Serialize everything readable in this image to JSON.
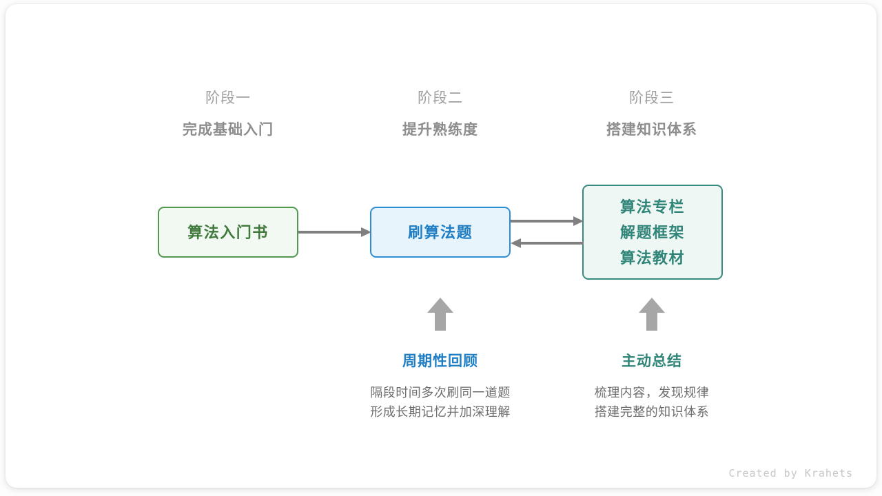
{
  "canvas": {
    "background": "#fdfdfd",
    "card_background": "#ffffff"
  },
  "stages": [
    {
      "index_label": "阶段一",
      "title": "完成基础入门"
    },
    {
      "index_label": "阶段二",
      "title": "提升熟练度"
    },
    {
      "index_label": "阶段三",
      "title": "搭建知识体系"
    }
  ],
  "nodes": {
    "book": {
      "lines": [
        "算法入门书"
      ],
      "border_color": "#53994f",
      "fill_color": "#f2f8f2",
      "text_color": "#3f7a3c"
    },
    "practice": {
      "lines": [
        "刷算法题"
      ],
      "border_color": "#2d8ed6",
      "fill_color": "#e8f4fc",
      "text_color": "#1f7ec4"
    },
    "resources": {
      "lines": [
        "算法专栏",
        "解题框架",
        "算法教材"
      ],
      "border_color": "#368b7c",
      "fill_color": "#eff7f5",
      "text_color": "#2f8577"
    }
  },
  "annotations": [
    {
      "title": "周期性回顾",
      "title_color": "#1f7ec4",
      "desc_lines": [
        "隔段时间多次刷同一道题",
        "形成长期记忆并加深理解"
      ]
    },
    {
      "title": "主动总结",
      "title_color": "#2f8577",
      "desc_lines": [
        "梳理内容，发现规律",
        "搭建完整的知识体系"
      ]
    }
  ],
  "arrows": {
    "color": "#808080",
    "block_color": "#a6a6a6"
  },
  "footer": {
    "credit": "Created by Krahets"
  }
}
